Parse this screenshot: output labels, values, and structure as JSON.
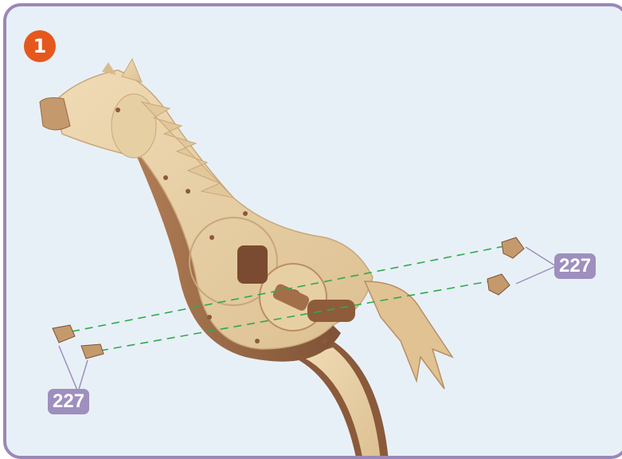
{
  "step": {
    "number": "1"
  },
  "parts": [
    {
      "id": "227",
      "label": "227"
    },
    {
      "id": "227",
      "label": "227"
    }
  ],
  "colors": {
    "frame": "#9a88b8",
    "background": "#e8f0f7",
    "badge": "#e4581d",
    "label": "#9e8fbf",
    "guide_line": "#2eaa4c",
    "wood_light": "#e8cfa5",
    "wood_dark": "#9a6a45"
  }
}
